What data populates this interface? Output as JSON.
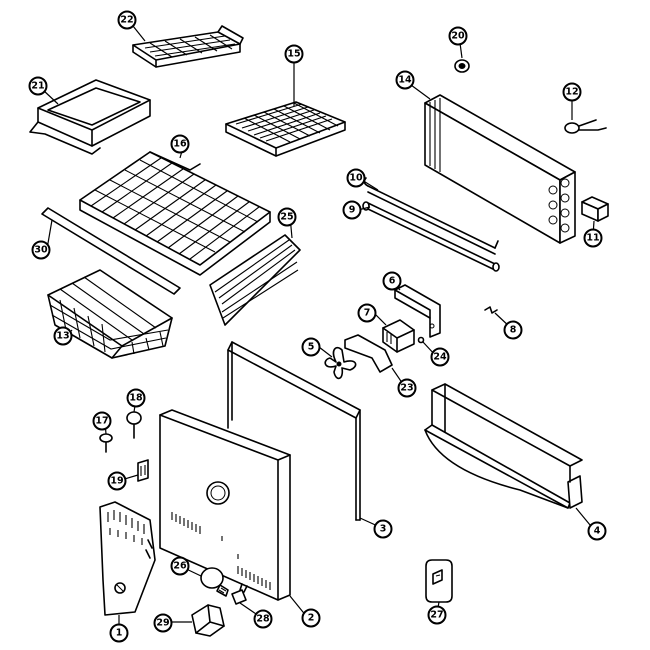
{
  "callouts": [
    {
      "id": "22",
      "label": "22"
    },
    {
      "id": "21",
      "label": "21"
    },
    {
      "id": "15",
      "label": "15"
    },
    {
      "id": "20",
      "label": "20"
    },
    {
      "id": "14",
      "label": "14"
    },
    {
      "id": "12",
      "label": "12"
    },
    {
      "id": "16",
      "label": "16"
    },
    {
      "id": "10",
      "label": "10"
    },
    {
      "id": "9",
      "label": "9"
    },
    {
      "id": "11",
      "label": "11"
    },
    {
      "id": "25",
      "label": "25"
    },
    {
      "id": "30",
      "label": "30"
    },
    {
      "id": "6",
      "label": "6"
    },
    {
      "id": "8",
      "label": "8"
    },
    {
      "id": "7",
      "label": "7"
    },
    {
      "id": "24",
      "label": "24"
    },
    {
      "id": "13",
      "label": "13"
    },
    {
      "id": "5",
      "label": "5"
    },
    {
      "id": "23",
      "label": "23"
    },
    {
      "id": "18",
      "label": "18"
    },
    {
      "id": "17",
      "label": "17"
    },
    {
      "id": "19",
      "label": "19"
    },
    {
      "id": "3",
      "label": "3"
    },
    {
      "id": "4",
      "label": "4"
    },
    {
      "id": "26",
      "label": "26"
    },
    {
      "id": "28",
      "label": "28"
    },
    {
      "id": "2",
      "label": "2"
    },
    {
      "id": "27",
      "label": "27"
    },
    {
      "id": "29",
      "label": "29"
    },
    {
      "id": "1",
      "label": "1"
    }
  ]
}
